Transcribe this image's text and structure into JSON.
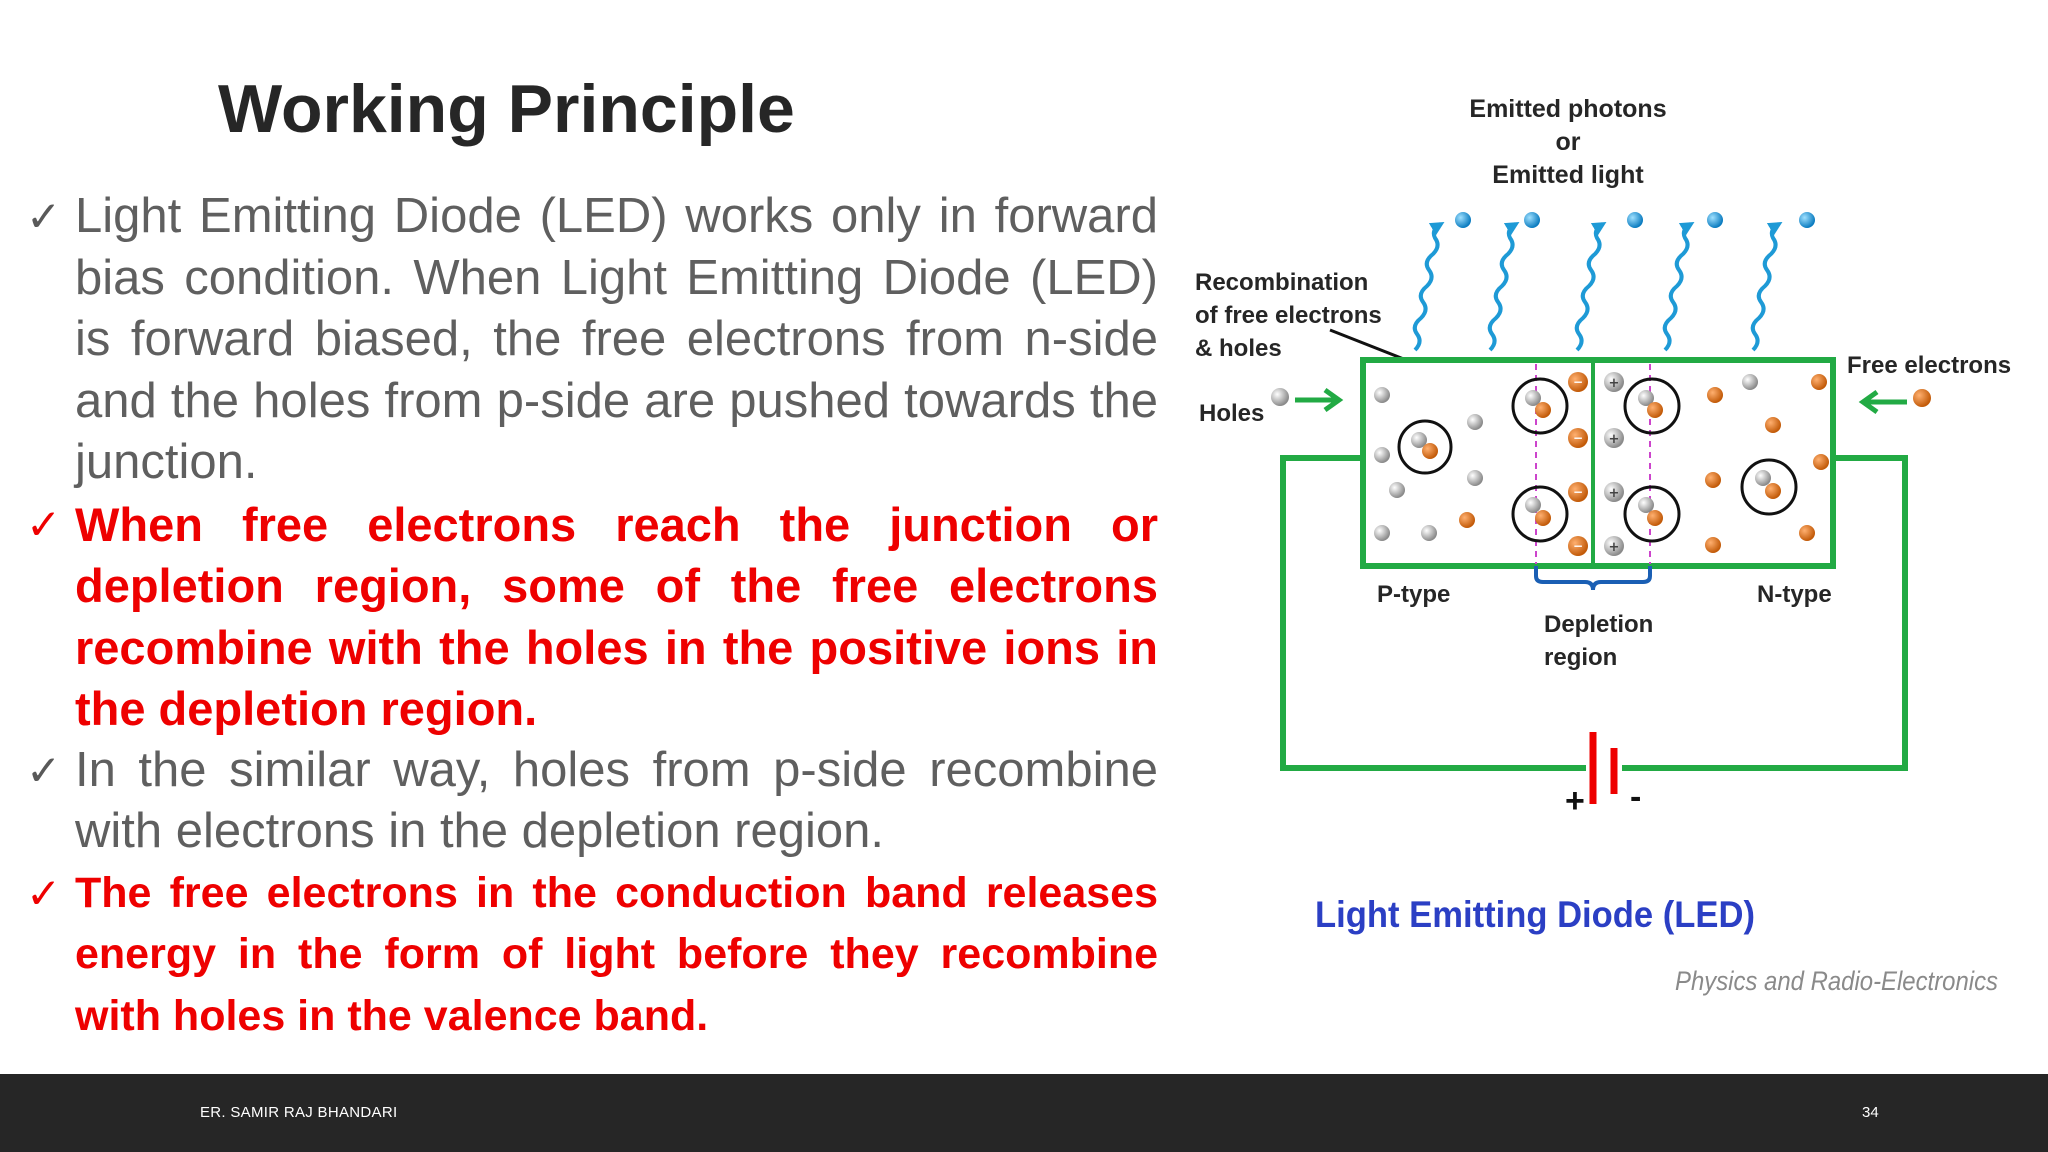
{
  "slide": {
    "title": "Working Principle",
    "bullets": [
      {
        "text": "Light Emitting Diode (LED) works only in forward bias condition. When Light Emitting Diode (LED) is forward biased, the free electrons from n-side and the holes from p-side are pushed towards the junction.",
        "style": "normal"
      },
      {
        "text": "When free electrons reach the junction or depletion region, some of the free electrons recombine with the holes in the positive ions in the depletion region.",
        "style": "bold"
      },
      {
        "text": "In the similar way, holes from p-side recombine with electrons in the depletion region.",
        "style": "normal"
      },
      {
        "text": "The free electrons in the conduction band releases energy in the form of light before they recombine with holes in the valence band.",
        "style": "bold"
      }
    ],
    "check_mark": "✓"
  },
  "diagram": {
    "photon_label": [
      "Emitted photons",
      "or",
      "Emitted light"
    ],
    "recombination_label": [
      "Recombination",
      "of free electrons",
      "& holes"
    ],
    "holes_label": "Holes",
    "free_electrons_label": "Free electrons",
    "p_type_label": "P-type",
    "n_type_label": "N-type",
    "depletion_label": [
      "Depletion",
      "region"
    ],
    "battery_plus": "+",
    "battery_minus": "-",
    "caption": "Light Emitting Diode (LED)",
    "credit": "Physics and Radio-Electronics",
    "colors": {
      "circuit": "#22aa44",
      "photon": "#1e9ad6",
      "electron": "#e07a20",
      "hole": "#bbbbbb",
      "battery": "#ee0000",
      "caption": "#2b3fc4"
    }
  },
  "footer": {
    "author": "ER. SAMIR RAJ BHANDARI",
    "page_number": "34"
  }
}
